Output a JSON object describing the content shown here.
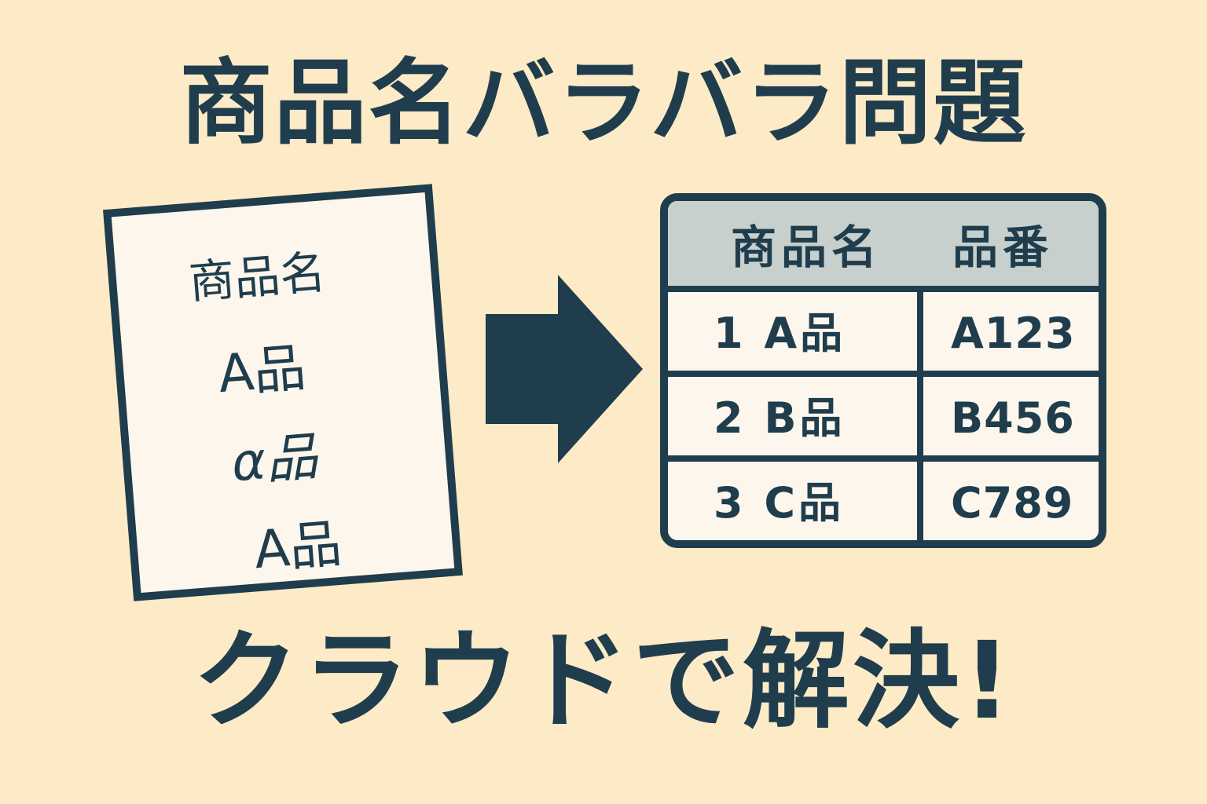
{
  "title_top": "商品名バラバラ問題",
  "title_bottom": "クラウドで解決!",
  "paper": {
    "lines": [
      "商品名",
      "A品",
      "α品",
      "A品"
    ]
  },
  "table": {
    "headers": [
      "商品名",
      "品番"
    ],
    "rows": [
      {
        "name": "1 A品",
        "code": "A123"
      },
      {
        "name": "2 B品",
        "code": "B456"
      },
      {
        "name": "3 C品",
        "code": "C789"
      }
    ]
  },
  "colors": {
    "background": "#fcebc6",
    "ink": "#1f3d4d",
    "paper": "#fdf6ec",
    "table_header": "#c7d0cd"
  },
  "icons": {
    "arrow": "right-arrow-icon"
  }
}
